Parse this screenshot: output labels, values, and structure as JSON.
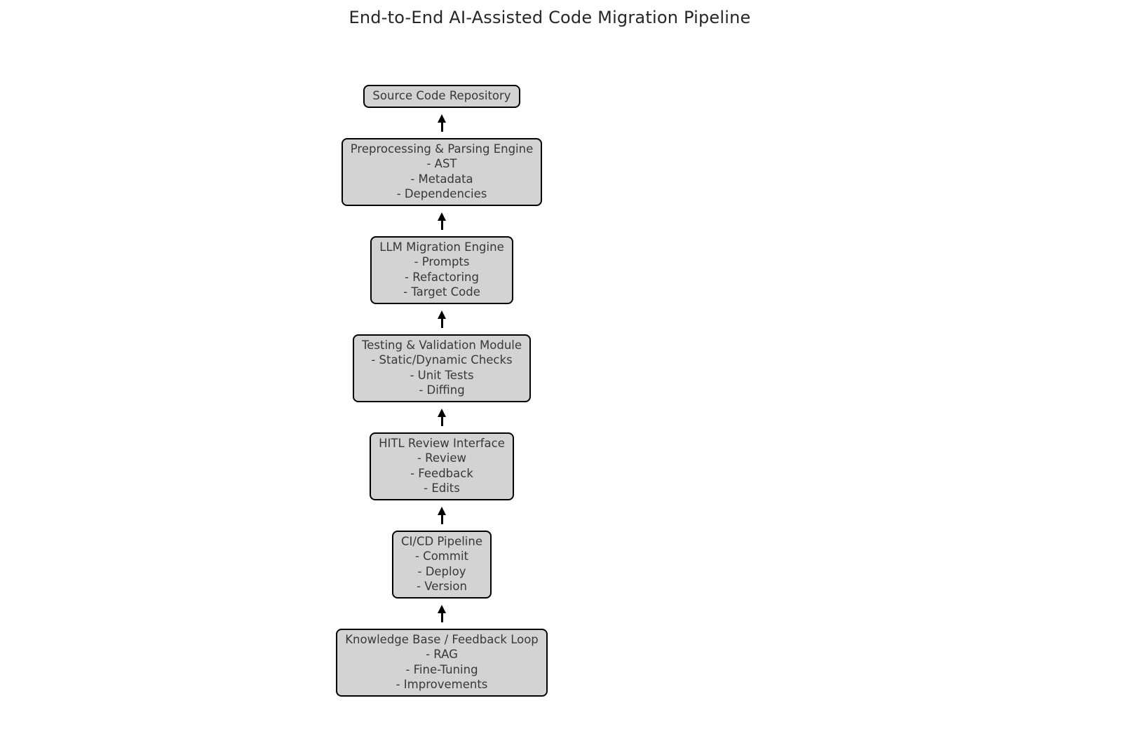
{
  "title": "End-to-End AI-Assisted Code Migration Pipeline",
  "diagram": {
    "type": "flowchart",
    "flow_direction": "bottom-to-top",
    "arrow_glyph": "up-arrow",
    "colors": {
      "background": "#ffffff",
      "node_fill": "#d3d3d3",
      "node_border": "#000000",
      "node_text": "#383838",
      "arrow": "#000000",
      "title_text": "#262626"
    },
    "nodes": [
      {
        "id": "source-code-repository",
        "label": "Source Code Repository",
        "details": []
      },
      {
        "id": "preprocessing-parsing-engine",
        "label": "Preprocessing & Parsing Engine",
        "details": [
          "- AST",
          "- Metadata",
          "- Dependencies"
        ]
      },
      {
        "id": "llm-migration-engine",
        "label": "LLM Migration Engine",
        "details": [
          "- Prompts",
          "- Refactoring",
          "- Target Code"
        ]
      },
      {
        "id": "testing-validation-module",
        "label": "Testing & Validation Module",
        "details": [
          "- Static/Dynamic Checks",
          "- Unit Tests",
          "- Diffing"
        ]
      },
      {
        "id": "hitl-review-interface",
        "label": "HITL Review Interface",
        "details": [
          "- Review",
          "- Feedback",
          "- Edits"
        ]
      },
      {
        "id": "cicd-pipeline",
        "label": "CI/CD Pipeline",
        "details": [
          "- Commit",
          "- Deploy",
          "- Version"
        ]
      },
      {
        "id": "knowledge-base-feedback-loop",
        "label": "Knowledge Base / Feedback Loop",
        "details": [
          "- RAG",
          "- Fine-Tuning",
          "- Improvements"
        ]
      }
    ]
  }
}
